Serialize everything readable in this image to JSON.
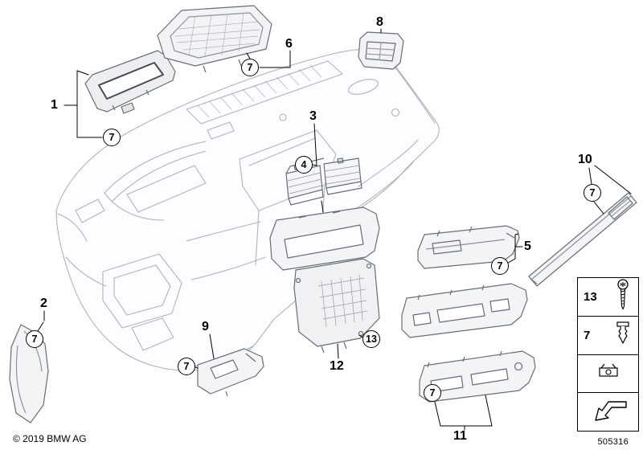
{
  "diagram": {
    "copyright": "© 2019 BMW AG",
    "number": "505316"
  },
  "part_labels": {
    "p1": "1",
    "p2": "2",
    "p3": "3",
    "p5": "5",
    "p6": "6",
    "p8": "8",
    "p9": "9",
    "p10": "10",
    "p11": "11",
    "p12": "12"
  },
  "callouts": {
    "c4": "4",
    "c7": "7",
    "c13": "13"
  },
  "legend": {
    "rows": [
      {
        "label": "13",
        "icon": "screw-icon"
      },
      {
        "label": "7",
        "icon": "expansion-clip-icon"
      },
      {
        "label": "",
        "icon": "spring-clip-icon"
      },
      {
        "label": "",
        "icon": "direction-arrow-icon"
      }
    ]
  }
}
